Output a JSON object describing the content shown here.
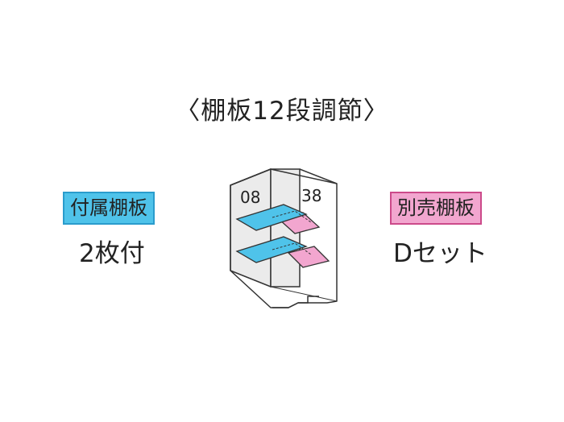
{
  "title": "〈棚板12段調節〉",
  "left": {
    "badge": "付属棚板",
    "value": "2枚付",
    "color": "#4fc3ea"
  },
  "right": {
    "badge": "別売棚板",
    "value": "Dセット",
    "color": "#f2a6cf"
  },
  "cabinet": {
    "left_label": "08",
    "right_label": "38",
    "included_shelf_color": "#4fc3ea",
    "optional_shelf_color": "#f2a6cf",
    "body_color": "#ebebeb",
    "outline_color": "#333333"
  }
}
